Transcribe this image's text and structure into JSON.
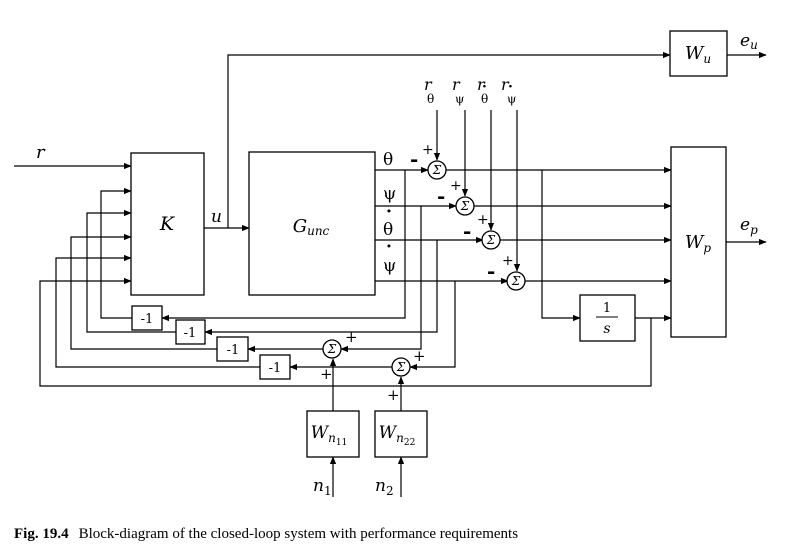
{
  "blocks": {
    "K": "K",
    "G_main": "G",
    "G_sub": "unc",
    "Wu_main": "W",
    "Wu_sub": "u",
    "Wp_main": "W",
    "Wp_sub": "p",
    "Wn11_main": "W",
    "Wn11_sub": "n",
    "Wn11_subsub": "11",
    "Wn22_main": "W",
    "Wn22_sub": "n",
    "Wn22_subsub": "22",
    "integrator_num": "1",
    "integrator_den": "s",
    "gain_label": "-1"
  },
  "signals": {
    "r": "r",
    "u": "u",
    "eu_main": "e",
    "eu_sub": "u",
    "ep_main": "e",
    "ep_sub": "p",
    "theta": "θ",
    "psi": "ψ",
    "theta_dot": "θ",
    "psi_dot": "ψ",
    "r_main": "r",
    "r_theta_sub": "θ",
    "r_psi_sub": "ψ",
    "n_main": "n",
    "n1_sub": "1",
    "n2_sub": "2"
  },
  "symbols": {
    "sum": "Σ",
    "plus": "+",
    "minus": "-",
    "dot": "·"
  },
  "caption": {
    "label": "Fig. 19.4",
    "text": "Block-diagram of the closed-loop system with performance requirements"
  }
}
